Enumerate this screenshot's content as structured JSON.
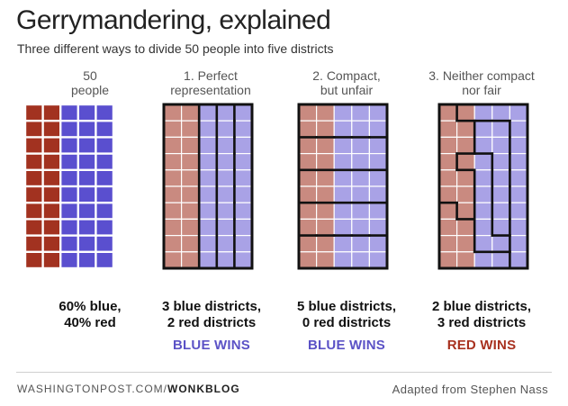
{
  "header": {
    "title": "Gerrymandering, explained",
    "subtitle": "Three different ways to divide 50 people into five districts"
  },
  "colors": {
    "red_full": "#a23220",
    "blue_full": "#5a4fcf",
    "red_light": "#c98a80",
    "blue_light": "#a9a2e6",
    "blue_text": "#5b52c6",
    "red_text": "#a8311f",
    "border": "#111111"
  },
  "grid": {
    "rows": 10,
    "cols": 5,
    "cells": [
      [
        "R",
        "R",
        "B",
        "B",
        "B"
      ],
      [
        "R",
        "R",
        "B",
        "B",
        "B"
      ],
      [
        "R",
        "R",
        "B",
        "B",
        "B"
      ],
      [
        "R",
        "R",
        "B",
        "B",
        "B"
      ],
      [
        "R",
        "R",
        "B",
        "B",
        "B"
      ],
      [
        "R",
        "R",
        "B",
        "B",
        "B"
      ],
      [
        "R",
        "R",
        "B",
        "B",
        "B"
      ],
      [
        "R",
        "R",
        "B",
        "B",
        "B"
      ],
      [
        "R",
        "R",
        "B",
        "B",
        "B"
      ],
      [
        "R",
        "R",
        "B",
        "B",
        "B"
      ]
    ]
  },
  "panels": [
    {
      "label_lines": [
        "50",
        "people"
      ],
      "result_lines": [
        "60% blue,",
        "40% red"
      ],
      "winner": "",
      "winner_color": "",
      "style": "full",
      "districts": null
    },
    {
      "label_lines": [
        "1. Perfect",
        "representation"
      ],
      "result_lines": [
        "3 blue districts,",
        "2 red districts"
      ],
      "winner": "BLUE WINS",
      "winner_color": "#5b52c6",
      "style": "light",
      "districts": [
        [
          0,
          0,
          1,
          2,
          3
        ],
        [
          0,
          0,
          1,
          2,
          3
        ],
        [
          0,
          0,
          1,
          2,
          3
        ],
        [
          0,
          0,
          1,
          2,
          3
        ],
        [
          0,
          0,
          1,
          2,
          3
        ],
        [
          0,
          0,
          1,
          2,
          3
        ],
        [
          0,
          0,
          1,
          2,
          3
        ],
        [
          0,
          0,
          1,
          2,
          3
        ],
        [
          0,
          0,
          1,
          2,
          3
        ],
        [
          0,
          0,
          1,
          2,
          3
        ]
      ],
      "district_override": [
        [
          0,
          1,
          1
        ],
        [
          0,
          1,
          1
        ],
        [
          0,
          1,
          1
        ],
        [
          0,
          1,
          1
        ],
        [
          0,
          1,
          1
        ],
        [
          0,
          1,
          1
        ],
        [
          0,
          1,
          1
        ],
        [
          0,
          1,
          1
        ],
        [
          0,
          1,
          1
        ],
        [
          0,
          1,
          1
        ]
      ]
    },
    {
      "label_lines": [
        "2. Compact,",
        "but unfair"
      ],
      "result_lines": [
        "5 blue districts,",
        "0 red districts"
      ],
      "winner": "BLUE WINS",
      "winner_color": "#5b52c6",
      "style": "light",
      "districts": [
        [
          0,
          0,
          0,
          0,
          0
        ],
        [
          0,
          0,
          0,
          0,
          0
        ],
        [
          1,
          1,
          1,
          1,
          1
        ],
        [
          1,
          1,
          1,
          1,
          1
        ],
        [
          2,
          2,
          2,
          2,
          2
        ],
        [
          2,
          2,
          2,
          2,
          2
        ],
        [
          3,
          3,
          3,
          3,
          3
        ],
        [
          3,
          3,
          3,
          3,
          3
        ],
        [
          4,
          4,
          4,
          4,
          4
        ],
        [
          4,
          4,
          4,
          4,
          4
        ]
      ]
    },
    {
      "label_lines": [
        "3. Neither compact",
        "nor fair"
      ],
      "result_lines": [
        "2 blue districts,",
        "3 red districts"
      ],
      "winner": "RED WINS",
      "winner_color": "#a8311f",
      "style": "light",
      "districts": [
        [
          0,
          1,
          1,
          1,
          1
        ],
        [
          0,
          0,
          2,
          2,
          1
        ],
        [
          0,
          0,
          2,
          2,
          1
        ],
        [
          0,
          3,
          3,
          2,
          1
        ],
        [
          0,
          0,
          3,
          2,
          1
        ],
        [
          0,
          0,
          3,
          2,
          1
        ],
        [
          4,
          0,
          3,
          2,
          1
        ],
        [
          4,
          4,
          3,
          2,
          1
        ],
        [
          4,
          4,
          3,
          3,
          1
        ],
        [
          4,
          4,
          4,
          4,
          1
        ]
      ]
    }
  ],
  "footer": {
    "source_prefix": "WASHINGTONPOST.COM/",
    "source_bold": "WONKBLOG",
    "credit": "Adapted from Stephen Nass"
  }
}
